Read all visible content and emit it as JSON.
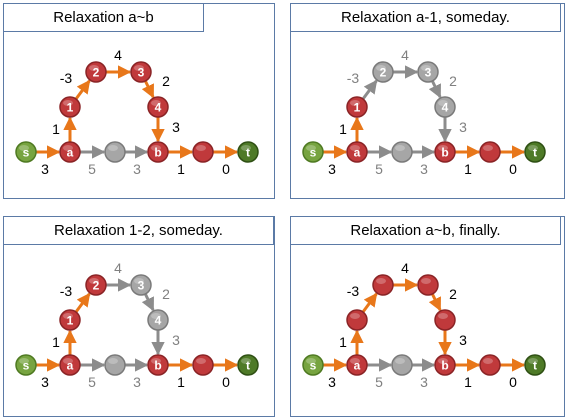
{
  "panels": [
    {
      "title": "Relaxation a~b",
      "nodes": [
        {
          "id": "s",
          "label": "s",
          "color": "green"
        },
        {
          "id": "a",
          "label": "a",
          "color": "red"
        },
        {
          "id": "m",
          "label": "",
          "color": "gray"
        },
        {
          "id": "b",
          "label": "b",
          "color": "red"
        },
        {
          "id": "c",
          "label": "",
          "color": "red"
        },
        {
          "id": "t",
          "label": "t",
          "color": "dkgreen"
        },
        {
          "id": "n1",
          "label": "1",
          "color": "red"
        },
        {
          "id": "n2",
          "label": "2",
          "color": "red"
        },
        {
          "id": "n3",
          "label": "3",
          "color": "red"
        },
        {
          "id": "n4",
          "label": "4",
          "color": "red"
        }
      ],
      "edges": [
        {
          "from": "s",
          "to": "a",
          "weight": "3",
          "color": "orange"
        },
        {
          "from": "a",
          "to": "m",
          "weight": "5",
          "color": "gray"
        },
        {
          "from": "m",
          "to": "b",
          "weight": "3",
          "color": "gray"
        },
        {
          "from": "b",
          "to": "c",
          "weight": "1",
          "color": "orange"
        },
        {
          "from": "c",
          "to": "t",
          "weight": "0",
          "color": "orange"
        },
        {
          "from": "a",
          "to": "n1",
          "weight": "1",
          "color": "orange"
        },
        {
          "from": "n1",
          "to": "n2",
          "weight": "-3",
          "color": "orange"
        },
        {
          "from": "n2",
          "to": "n3",
          "weight": "4",
          "color": "orange"
        },
        {
          "from": "n3",
          "to": "n4",
          "weight": "2",
          "color": "orange"
        },
        {
          "from": "n4",
          "to": "b",
          "weight": "3",
          "color": "orange"
        }
      ]
    },
    {
      "title": "Relaxation a-1, someday.",
      "nodes": [
        {
          "id": "s",
          "label": "s",
          "color": "green"
        },
        {
          "id": "a",
          "label": "a",
          "color": "red"
        },
        {
          "id": "m",
          "label": "",
          "color": "gray"
        },
        {
          "id": "b",
          "label": "b",
          "color": "red"
        },
        {
          "id": "c",
          "label": "",
          "color": "red"
        },
        {
          "id": "t",
          "label": "t",
          "color": "dkgreen"
        },
        {
          "id": "n1",
          "label": "1",
          "color": "red"
        },
        {
          "id": "n2",
          "label": "2",
          "color": "gray"
        },
        {
          "id": "n3",
          "label": "3",
          "color": "gray"
        },
        {
          "id": "n4",
          "label": "4",
          "color": "gray"
        }
      ],
      "edges": [
        {
          "from": "s",
          "to": "a",
          "weight": "3",
          "color": "orange"
        },
        {
          "from": "a",
          "to": "m",
          "weight": "5",
          "color": "gray"
        },
        {
          "from": "m",
          "to": "b",
          "weight": "3",
          "color": "gray"
        },
        {
          "from": "b",
          "to": "c",
          "weight": "1",
          "color": "orange"
        },
        {
          "from": "c",
          "to": "t",
          "weight": "0",
          "color": "orange"
        },
        {
          "from": "a",
          "to": "n1",
          "weight": "1",
          "color": "orange"
        },
        {
          "from": "n1",
          "to": "n2",
          "weight": "-3",
          "color": "gray"
        },
        {
          "from": "n2",
          "to": "n3",
          "weight": "4",
          "color": "gray"
        },
        {
          "from": "n3",
          "to": "n4",
          "weight": "2",
          "color": "gray"
        },
        {
          "from": "n4",
          "to": "b",
          "weight": "3",
          "color": "gray"
        }
      ]
    },
    {
      "title": "Relaxation 1-2, someday.",
      "nodes": [
        {
          "id": "s",
          "label": "s",
          "color": "green"
        },
        {
          "id": "a",
          "label": "a",
          "color": "red"
        },
        {
          "id": "m",
          "label": "",
          "color": "gray"
        },
        {
          "id": "b",
          "label": "b",
          "color": "red"
        },
        {
          "id": "c",
          "label": "",
          "color": "red"
        },
        {
          "id": "t",
          "label": "t",
          "color": "dkgreen"
        },
        {
          "id": "n1",
          "label": "1",
          "color": "red"
        },
        {
          "id": "n2",
          "label": "2",
          "color": "red"
        },
        {
          "id": "n3",
          "label": "3",
          "color": "gray"
        },
        {
          "id": "n4",
          "label": "4",
          "color": "gray"
        }
      ],
      "edges": [
        {
          "from": "s",
          "to": "a",
          "weight": "3",
          "color": "orange"
        },
        {
          "from": "a",
          "to": "m",
          "weight": "5",
          "color": "gray"
        },
        {
          "from": "m",
          "to": "b",
          "weight": "3",
          "color": "gray"
        },
        {
          "from": "b",
          "to": "c",
          "weight": "1",
          "color": "orange"
        },
        {
          "from": "c",
          "to": "t",
          "weight": "0",
          "color": "orange"
        },
        {
          "from": "a",
          "to": "n1",
          "weight": "1",
          "color": "orange"
        },
        {
          "from": "n1",
          "to": "n2",
          "weight": "-3",
          "color": "orange"
        },
        {
          "from": "n2",
          "to": "n3",
          "weight": "4",
          "color": "gray"
        },
        {
          "from": "n3",
          "to": "n4",
          "weight": "2",
          "color": "gray"
        },
        {
          "from": "n4",
          "to": "b",
          "weight": "3",
          "color": "gray"
        }
      ]
    },
    {
      "title": "Relaxation a~b, finally.",
      "nodes": [
        {
          "id": "s",
          "label": "s",
          "color": "green"
        },
        {
          "id": "a",
          "label": "a",
          "color": "red"
        },
        {
          "id": "m",
          "label": "",
          "color": "gray"
        },
        {
          "id": "b",
          "label": "b",
          "color": "red"
        },
        {
          "id": "c",
          "label": "",
          "color": "red"
        },
        {
          "id": "t",
          "label": "t",
          "color": "dkgreen"
        },
        {
          "id": "n1",
          "label": "",
          "color": "red"
        },
        {
          "id": "n2",
          "label": "",
          "color": "red"
        },
        {
          "id": "n3",
          "label": "",
          "color": "red"
        },
        {
          "id": "n4",
          "label": "",
          "color": "red"
        }
      ],
      "edges": [
        {
          "from": "s",
          "to": "a",
          "weight": "3",
          "color": "orange"
        },
        {
          "from": "a",
          "to": "m",
          "weight": "5",
          "color": "gray"
        },
        {
          "from": "m",
          "to": "b",
          "weight": "3",
          "color": "gray"
        },
        {
          "from": "b",
          "to": "c",
          "weight": "1",
          "color": "orange"
        },
        {
          "from": "c",
          "to": "t",
          "weight": "0",
          "color": "orange"
        },
        {
          "from": "a",
          "to": "n1",
          "weight": "1",
          "color": "orange"
        },
        {
          "from": "n1",
          "to": "n2",
          "weight": "-3",
          "color": "orange"
        },
        {
          "from": "n2",
          "to": "n3",
          "weight": "4",
          "color": "orange"
        },
        {
          "from": "n3",
          "to": "n4",
          "weight": "2",
          "color": "orange"
        },
        {
          "from": "n4",
          "to": "b",
          "weight": "3",
          "color": "orange"
        }
      ]
    }
  ],
  "colors": {
    "orange": "#e8771a",
    "gray": "#8c8c8c",
    "red": "#c0393b",
    "green": "#77a440",
    "dkgreen": "#4e7a27",
    "gray_node": "#a6a6a6",
    "panel_border": "#5b7aa6"
  }
}
